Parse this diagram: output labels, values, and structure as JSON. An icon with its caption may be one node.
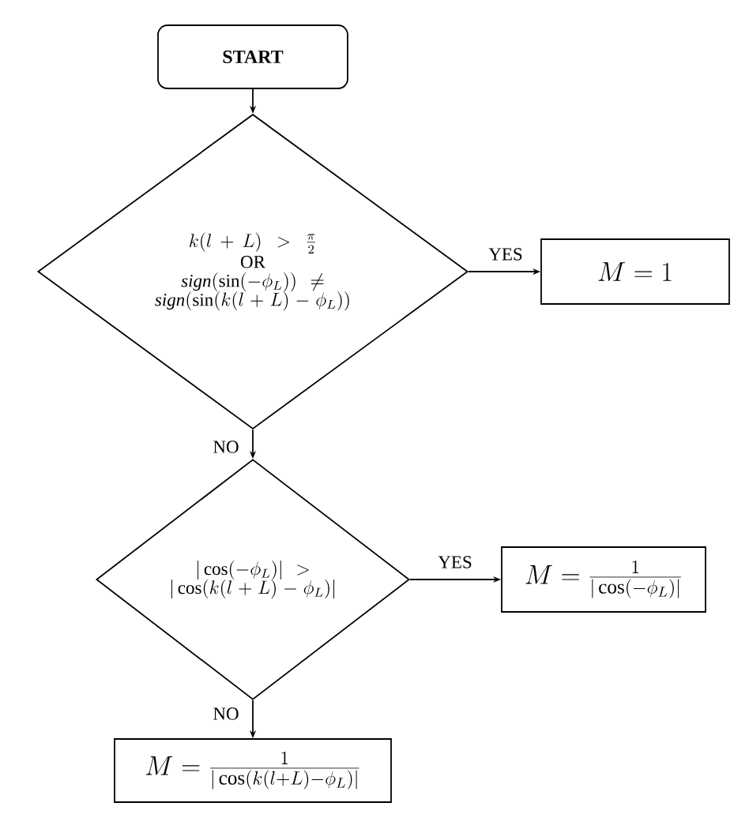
{
  "diagram": {
    "nodes": [
      {
        "text": [
          "START"
        ]
      },
      {
        "text": [
          "k(l+L) > \\frac{\\pi}{2}",
          "OR",
          "\\mathit{sign}(\\sin(-\\phi_L)) \\neq \\mathit{sign}(\\sin(k(l+L)-\\phi_L))"
        ]
      },
      {
        "text": [
          "M = 1"
        ]
      },
      {
        "text": [
          "|\\cos(-\\phi_L)| > |\\cos(k(l+L)-\\phi_L)|"
        ]
      },
      {
        "text": [
          "M = \\frac{1}{|\\cos(-\\phi_L)|}"
        ]
      },
      {
        "text": [
          "M = \\frac{1}{|\\cos(k(l+L)-\\phi_L)|}"
        ]
      }
    ],
    "edges": [
      {
        "from": 0,
        "to": 1,
        "arrow": "to"
      },
      {
        "from": 1,
        "to": 2,
        "arrow": "to",
        "label": "YES"
      },
      {
        "from": 1,
        "to": 3,
        "arrow": "to",
        "label": "NO"
      },
      {
        "from": 3,
        "to": 4,
        "arrow": "to",
        "label": "YES"
      },
      {
        "from": 3,
        "to": 5,
        "arrow": "to",
        "label": "NO"
      }
    ]
  }
}
